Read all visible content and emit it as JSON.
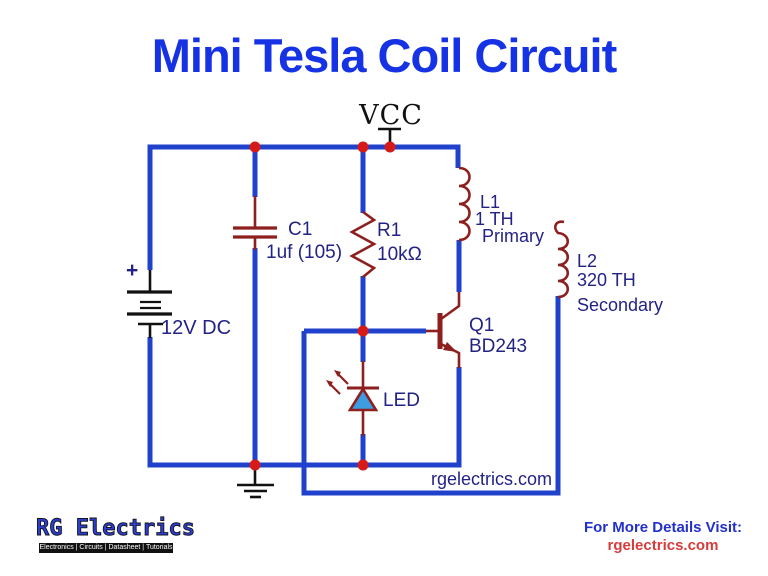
{
  "title": "Mini Tesla Coil Circuit",
  "colors": {
    "wire_blue": "#2041cb",
    "component_red": "#8e1f1f",
    "junction_red": "#d61a1a",
    "label_navy": "#232285",
    "title_blue": "#1532e4",
    "led_fill": "#3d9de0",
    "footer_link_red": "#d63c3c",
    "footer_label_blue": "#2230cc"
  },
  "circuit": {
    "vcc_label": "VCC",
    "battery": {
      "plus": "+",
      "label": "12V DC"
    },
    "c1": {
      "ref": "C1",
      "value": "1uf (105)"
    },
    "r1": {
      "ref": "R1",
      "value": "10kΩ"
    },
    "l1": {
      "ref": "L1",
      "turns": "1 TH",
      "role": "Primary"
    },
    "l2": {
      "ref": "L2",
      "turns": "320 TH",
      "role": "Secondary"
    },
    "q1": {
      "ref": "Q1",
      "value": "BD243"
    },
    "led": {
      "label": "LED"
    },
    "watermark": "rgelectrics.com"
  },
  "footer": {
    "brand": "RG Electrics",
    "tagline": "Electronics | Circuits | Datasheet | Tutorials",
    "visit_label": "For More Details Visit:",
    "visit_url": "rgelectrics.com"
  }
}
